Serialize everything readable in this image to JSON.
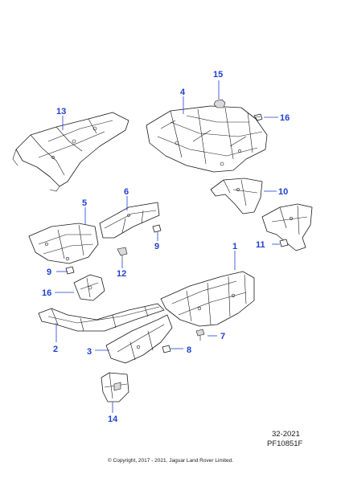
{
  "callouts": {
    "c1": "1",
    "c2": "2",
    "c3": "3",
    "c4": "4",
    "c5": "5",
    "c6": "6",
    "c7": "7",
    "c8": "8",
    "c9a": "9",
    "c9b": "9",
    "c10": "10",
    "c11": "11",
    "c12": "12",
    "c13": "13",
    "c14": "14",
    "c15": "15",
    "c16a": "16",
    "c16b": "16"
  },
  "reference": {
    "code": "32-2021",
    "plate": "PF10851F"
  },
  "copyright": "© Copyright, 2017 - 2021. Jaguar Land Rover Limited.",
  "colors": {
    "callout": "#1f3fd1",
    "line": "#1a1a1a",
    "background": "#ffffff"
  }
}
